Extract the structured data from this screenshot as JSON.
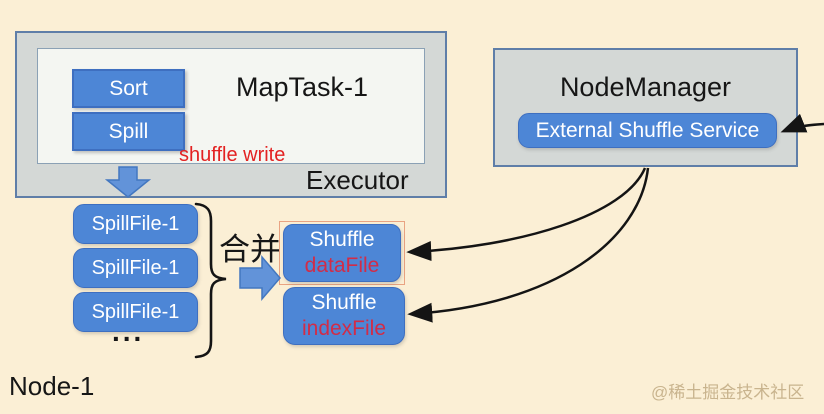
{
  "colors": {
    "bg": "#fbefd5",
    "box-gray": "#d4d8d6",
    "border-gray": "#5f7ea8",
    "panel-white": "#f4f6f2",
    "panel-border": "#8ba1b5",
    "blue": "#4d86d6",
    "blue-border": "#3e6fc0",
    "arrow-blue": "#6293d9",
    "arrow-blue-border": "#4377c0",
    "red": "#e32222",
    "crimson": "#d22c47",
    "salmon": "#e9a382",
    "ink": "#141414",
    "watermark": "#c9b48e"
  },
  "executor": {
    "label": "Executor",
    "maptask_title": "MapTask-1",
    "sort": "Sort",
    "spill": "Spill",
    "shuffle_write": "shuffle write"
  },
  "nodemanager": {
    "title": "NodeManager",
    "service": "External Shuffle Service"
  },
  "spill_files": [
    "SpillFile-1",
    "SpillFile-1",
    "SpillFile-1"
  ],
  "ellipsis": "...",
  "merge_label": "合并",
  "outputs": {
    "data_file": {
      "line1": "Shuffle",
      "line2": "dataFile"
    },
    "index_file": {
      "line1": "Shuffle",
      "line2": "indexFile"
    }
  },
  "node_label": "Node-1",
  "watermark": "@稀土掘金技术社区"
}
